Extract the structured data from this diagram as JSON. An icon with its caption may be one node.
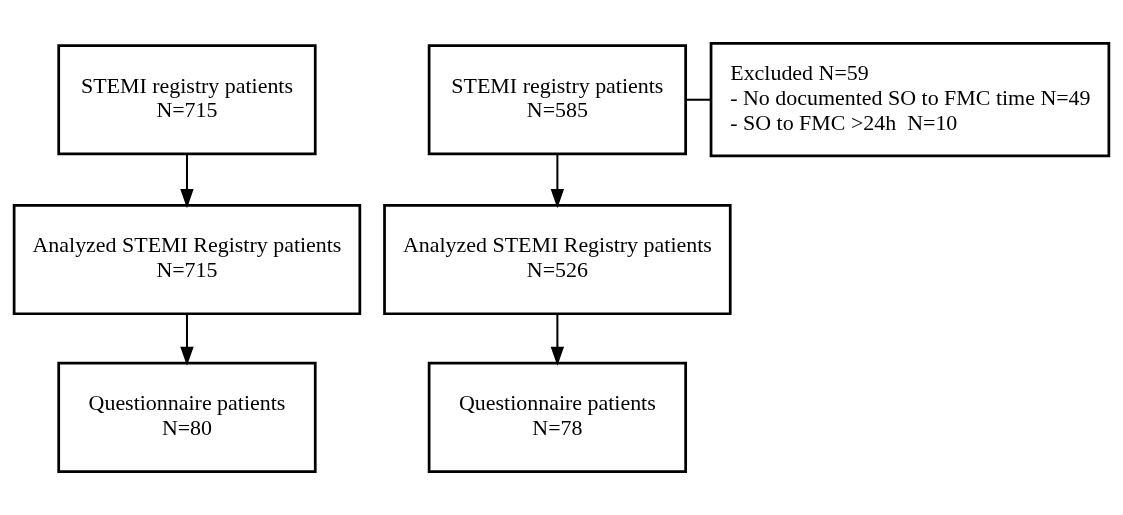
{
  "diagram": {
    "nodes": [
      {
        "text": [
          "STEMI registry patients",
          "N=715"
        ]
      },
      {
        "text": [
          "STEMI registry patients",
          "N=585"
        ]
      },
      {
        "text": [
          "Excluded N=59",
          "- No documented SO to FMC time N=49",
          "- SO to FMC >24h  N=10"
        ]
      },
      {
        "text": [
          "Analyzed STEMI Registry patients",
          "N=715"
        ]
      },
      {
        "text": [
          "Analyzed STEMI Registry patients",
          "N=526"
        ]
      },
      {
        "text": [
          "Questionnaire patients",
          "N=80"
        ]
      },
      {
        "text": [
          "Questionnaire patients",
          "N=78"
        ]
      }
    ],
    "edges": [
      {
        "from": 0,
        "to": 3,
        "arrow": "to"
      },
      {
        "from": 1,
        "to": 4,
        "arrow": "to"
      },
      {
        "from": 1,
        "to": 2,
        "arrow": "none"
      },
      {
        "from": 3,
        "to": 5,
        "arrow": "to"
      },
      {
        "from": 4,
        "to": 6,
        "arrow": "to"
      }
    ]
  }
}
